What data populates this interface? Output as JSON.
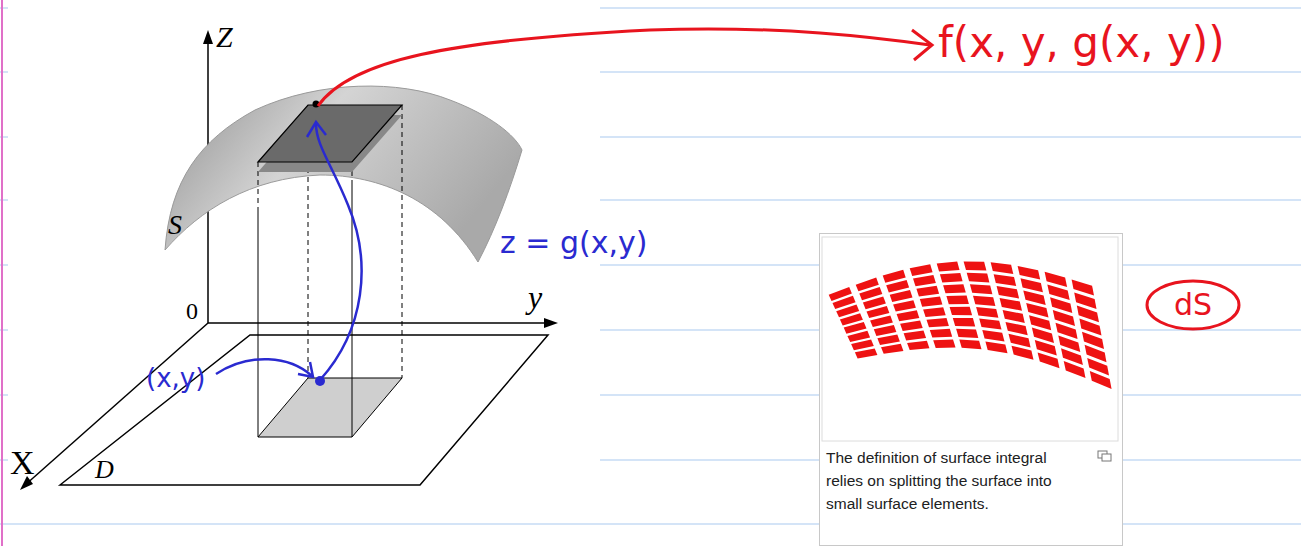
{
  "diagram": {
    "nodes": [
      {
        "text": [
          "The definition of surface integral relies on splitting the surface into small surface elements."
        ]
      },
      {
        "text": [
          "dS"
        ]
      }
    ],
    "labels": [
      "Z",
      "S",
      "0",
      "y",
      "X",
      "D",
      "(x,y)",
      "z = g(x,y)",
      "f(x, y, g(x, y))"
    ]
  }
}
